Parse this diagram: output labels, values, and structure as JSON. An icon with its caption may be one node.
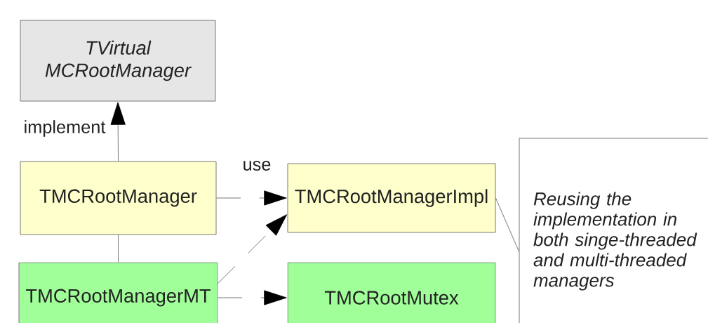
{
  "diagram": {
    "nodes": [
      {
        "text": [
          "TVirtual MCRootManager"
        ]
      },
      {
        "text": [
          "TMCRootManager"
        ]
      },
      {
        "text": [
          "TMCRootManagerImpl"
        ]
      },
      {
        "text": [
          "TMCRootManagerMT"
        ]
      },
      {
        "text": [
          "TMCRootMutex"
        ]
      },
      {
        "text": [
          "Reusing the implementation in both singe-threaded and multi-threaded managers"
        ]
      }
    ],
    "edges": [
      {
        "from": 1,
        "to": 0,
        "arrow": "to",
        "label": "implement"
      },
      {
        "from": 1,
        "to": 2,
        "arrow": "to",
        "label": "use",
        "style": "dashed"
      },
      {
        "from": 3,
        "to": 1,
        "arrow": "none"
      },
      {
        "from": 3,
        "to": 2,
        "arrow": "to",
        "style": "dashed"
      },
      {
        "from": 3,
        "to": 4,
        "arrow": "to",
        "style": "dashed"
      },
      {
        "from": 2,
        "to": 5,
        "arrow": "none"
      }
    ]
  }
}
